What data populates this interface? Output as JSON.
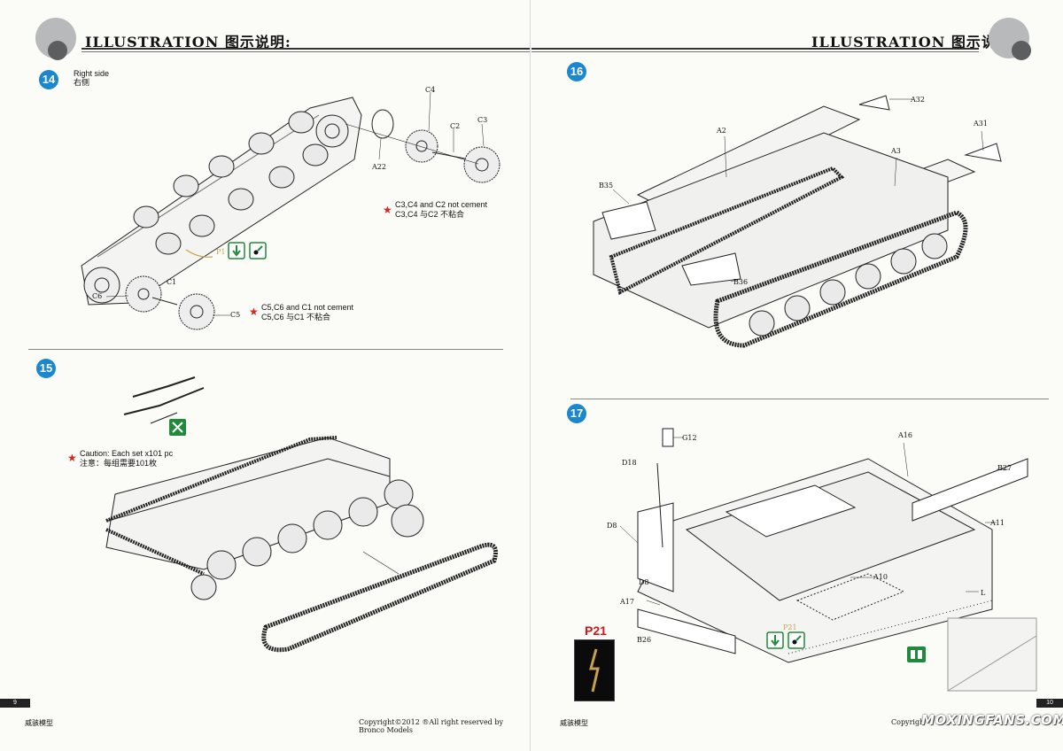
{
  "header": {
    "title": "ILLUSTRATION 图示说明:"
  },
  "steps": {
    "s14": {
      "number": "14",
      "side_en": "Right side",
      "side_cn": "右侧",
      "labels": [
        "C4",
        "C2",
        "C3",
        "A22",
        "C1",
        "C6",
        "C5",
        "P1"
      ],
      "note1_en": "C3,C4 and C2 not cement",
      "note1_cn": "C3,C4 与C2 不粘合",
      "note2_en": "C5,C6 and C1 not cement",
      "note2_cn": "C5,C6 与C1 不粘合"
    },
    "s15": {
      "number": "15",
      "note_en": "Caution: Each set x101 pc",
      "note_cn": "注意：每组需要101枚"
    },
    "s16": {
      "number": "16",
      "labels": [
        "A32",
        "A2",
        "A31",
        "A3",
        "B35",
        "B36"
      ]
    },
    "s17": {
      "number": "17",
      "labels": [
        "G12",
        "D18",
        "A16",
        "B27",
        "D8",
        "A11",
        "D8",
        "A10",
        "L",
        "A17",
        "P21",
        "B26"
      ],
      "pe_part": "P21"
    }
  },
  "footer": {
    "left_page": "9",
    "right_page": "10",
    "brand": "威骇模型",
    "copyright": "Copyright©2012   ®All right reserved by Bronco Models",
    "copyright_short": "Copyrigh"
  },
  "watermark": "MOXINGFANS.COM",
  "colors": {
    "step_badge": "#1a87cf",
    "star": "#d7261c",
    "icon_green": "#1f8a3a",
    "brass": "#c8a04a"
  },
  "icons": [
    "cement-icon",
    "brush-cement-icon",
    "do-not-cement-icon",
    "cut-icon"
  ]
}
